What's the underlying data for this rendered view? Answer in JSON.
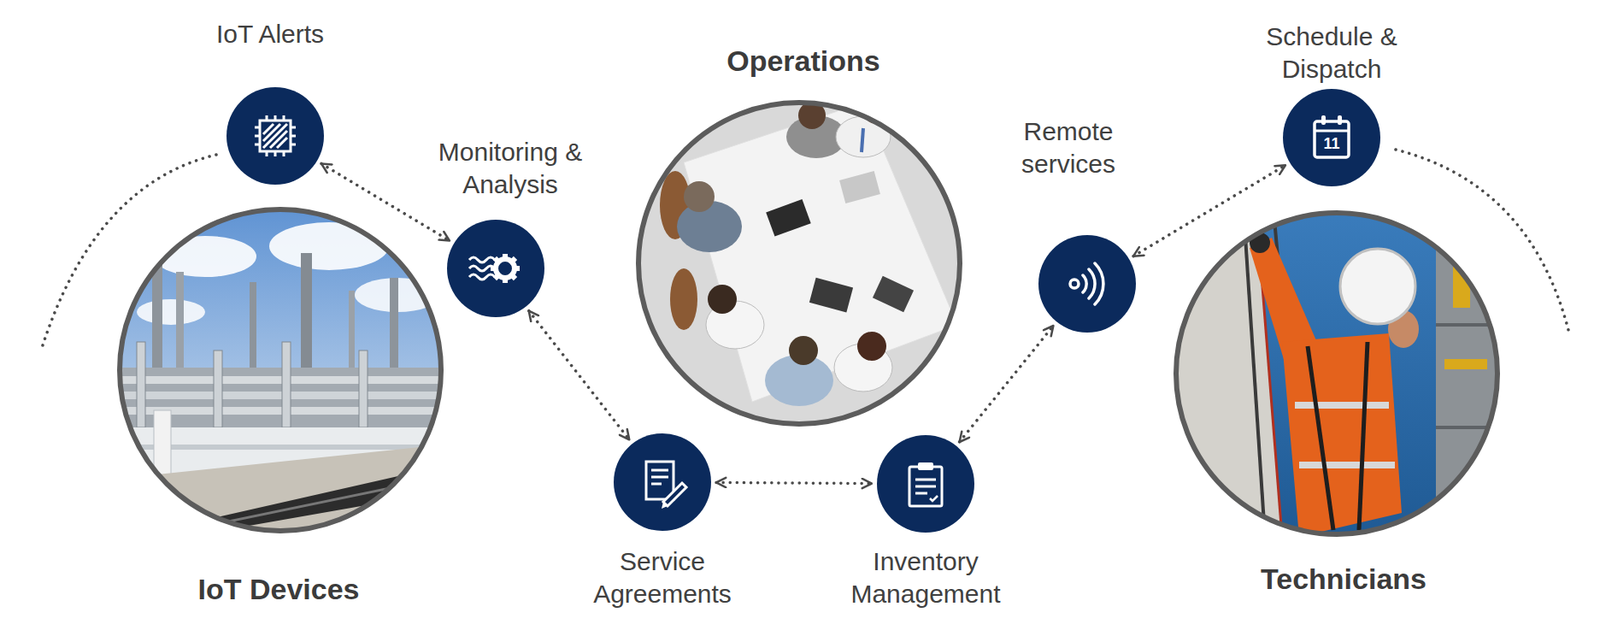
{
  "diagram": {
    "nodes": [
      {
        "text": [
          "IoT Alerts"
        ]
      },
      {
        "text": [
          "Operations"
        ]
      },
      {
        "text": [
          "Schedule & Dispatch"
        ]
      },
      {
        "text": [
          "Monitoring & Analysis"
        ]
      },
      {
        "text": [
          "Remote services"
        ]
      },
      {
        "text": [
          "IoT Devices"
        ]
      },
      {
        "text": [
          "Service Agreements"
        ]
      },
      {
        "text": [
          "Inventory Management"
        ]
      },
      {
        "text": [
          "Technicians"
        ]
      }
    ],
    "edges": [
      {
        "from": 0,
        "to": 3,
        "arrow": "both"
      },
      {
        "from": 3,
        "to": 6,
        "arrow": "both"
      },
      {
        "from": 6,
        "to": 7,
        "arrow": "both"
      },
      {
        "from": 7,
        "to": 4,
        "arrow": "both"
      },
      {
        "from": 4,
        "to": 2,
        "arrow": "both"
      }
    ],
    "labels": [
      "11"
    ]
  }
}
